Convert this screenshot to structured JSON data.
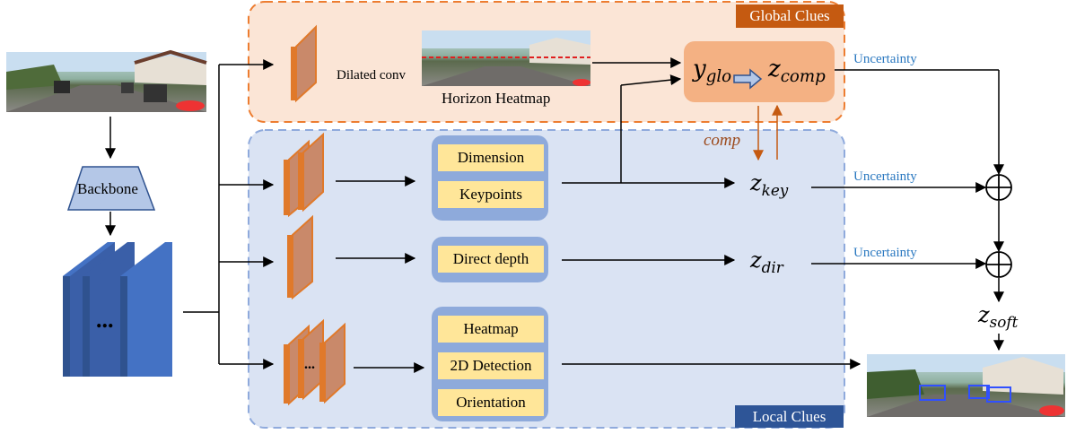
{
  "regions": {
    "global_title": "Global Clues",
    "local_title": "Local Clues"
  },
  "input": {
    "backbone_label": "Backbone",
    "feature_dots": "..."
  },
  "global_branch": {
    "dilated_conv_label": "Dilated conv",
    "horizon_heatmap_label": "Horizon Heatmap",
    "y_glo": {
      "base": "y",
      "sub": "glo"
    },
    "z_comp": {
      "base": "z",
      "sub": "comp"
    },
    "comp_label": "comp"
  },
  "key_branch": {
    "items": [
      "Dimension",
      "Keypoints"
    ],
    "z_key": {
      "base": "z",
      "sub": "key"
    }
  },
  "direct_branch": {
    "items": [
      "Direct depth"
    ],
    "z_dir": {
      "base": "z",
      "sub": "dir"
    }
  },
  "detection_branch": {
    "items": [
      "Heatmap",
      "2D Detection",
      "Orientation"
    ],
    "dots": "..."
  },
  "fusion": {
    "uncertainty_labels": [
      "Uncertainty",
      "Uncertainty",
      "Uncertainty"
    ],
    "plus_symbol": "⊕",
    "z_soft": {
      "base": "z",
      "sub": "soft"
    }
  },
  "colors": {
    "global_fill": "#fbe5d6",
    "global_border": "#ed7d31",
    "local_fill": "#dae3f3",
    "local_border": "#8faadc",
    "conv_orange": "#e0792a",
    "conv_fill": "#c9896a",
    "feature_blue": "#4472c4",
    "yellow_box": "#ffe699",
    "group_blue": "#8eaadb",
    "uncertainty_text": "#2a78c0",
    "comp_text": "#9c4a1c"
  }
}
